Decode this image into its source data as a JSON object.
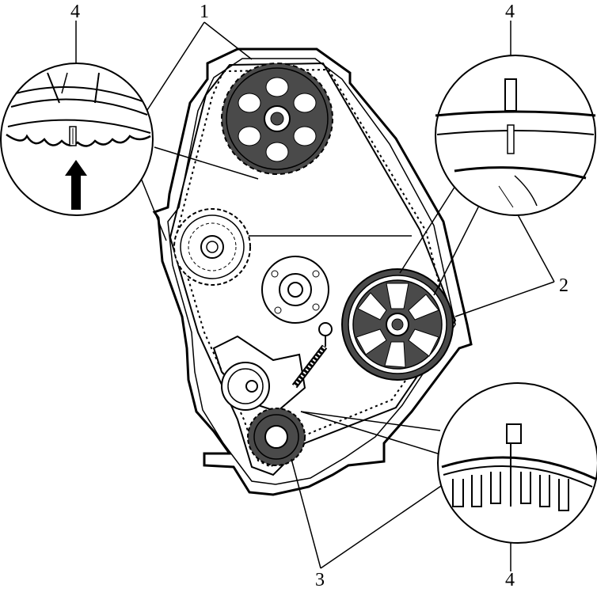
{
  "callouts": {
    "camshaft_sprocket": "1",
    "crank_pulley": "2",
    "crankshaft_sprocket": "3",
    "mark_top_left": "4",
    "mark_top_right": "4",
    "mark_bottom_right": "4"
  },
  "colors": {
    "ink": "#000000",
    "paper": "#ffffff",
    "gear_fill": "#4a4a4a"
  },
  "icons": {
    "direction_arrow": "arrow-up-icon"
  }
}
